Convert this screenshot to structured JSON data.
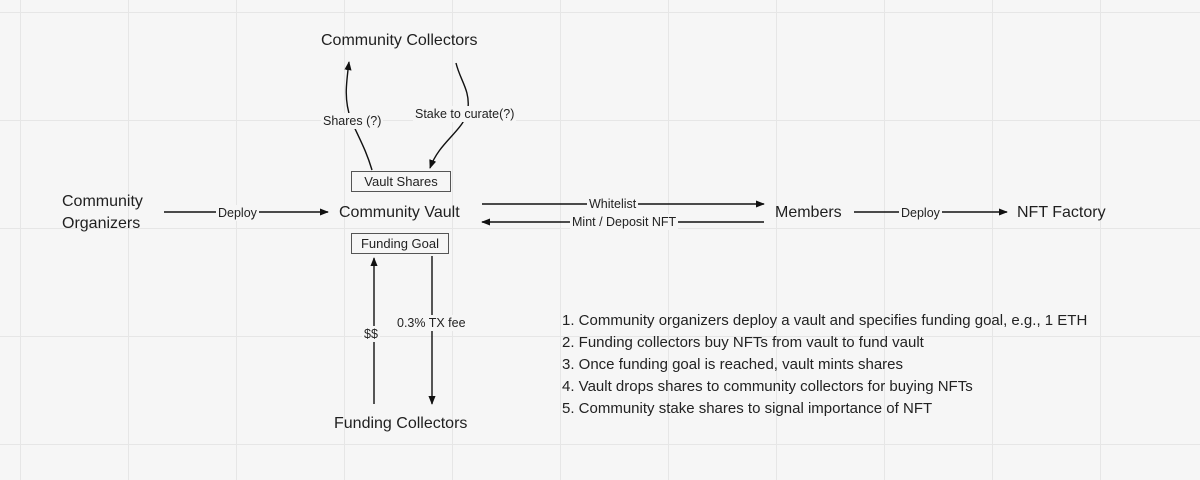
{
  "nodes": {
    "community_collectors": "Community Collectors",
    "community_organizers": "Community Organizers",
    "community_vault": "Community Vault",
    "members": "Members",
    "nft_factory": "NFT Factory",
    "funding_collectors": "Funding Collectors"
  },
  "boxes": {
    "vault_shares": "Vault Shares",
    "funding_goal": "Funding Goal"
  },
  "edge_labels": {
    "shares": "Shares (?)",
    "stake_to_curate": "Stake to curate(?)",
    "deploy_to_vault": "Deploy",
    "whitelist": "Whitelist",
    "mint_deposit": "Mint / Deposit NFT",
    "deploy_to_factory": "Deploy",
    "money": "$$",
    "tx_fee": "0.3% TX fee"
  },
  "notes": [
    "1. Community organizers deploy a vault and specifies funding goal, e.g., 1 ETH",
    "2. Funding collectors buy NFTs from vault to fund vault",
    "3. Once funding goal is reached, vault mints shares",
    "4. Vault drops shares to community collectors for buying NFTs",
    "5. Community stake shares to signal importance of NFT"
  ]
}
